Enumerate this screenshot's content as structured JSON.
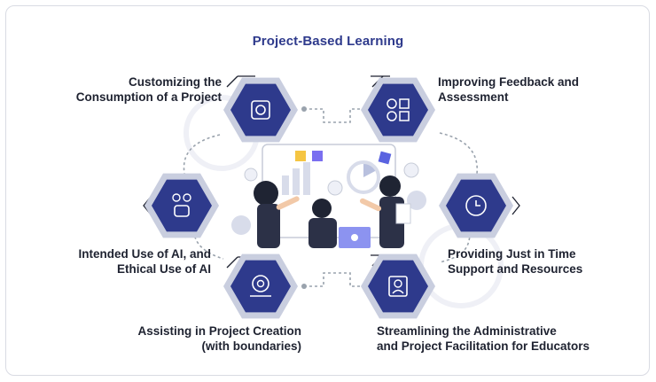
{
  "diagram": {
    "title": "Project-Based Learning",
    "nodes": [
      {
        "id": "customizing",
        "lines": [
          "Customizing the",
          "Consumption of a Project"
        ],
        "icon": "gear-box-icon"
      },
      {
        "id": "feedback",
        "lines": [
          "Improving Feedback and",
          "Assessment"
        ],
        "icon": "feedback-grid-icon"
      },
      {
        "id": "ethical",
        "lines": [
          "Intended Use of AI, and",
          "Ethical Use of AI"
        ],
        "icon": "robot-thought-icon"
      },
      {
        "id": "just-in-time",
        "lines": [
          "Providing Just in Time",
          "Support and Resources"
        ],
        "icon": "clock-gear-icon"
      },
      {
        "id": "creation",
        "lines": [
          "Assisting in Project Creation",
          "(with boundaries)"
        ],
        "icon": "gear-pencil-icon"
      },
      {
        "id": "admin",
        "lines": [
          "Streamlining the Administrative",
          "and Project Facilitation for Educators"
        ],
        "icon": "person-gear-icon"
      }
    ]
  },
  "colors": {
    "hex_fill": "#2e3a8c",
    "hex_ring": "#c9cedf",
    "title": "#2e3a8c",
    "connector": "#9aa3ad"
  }
}
